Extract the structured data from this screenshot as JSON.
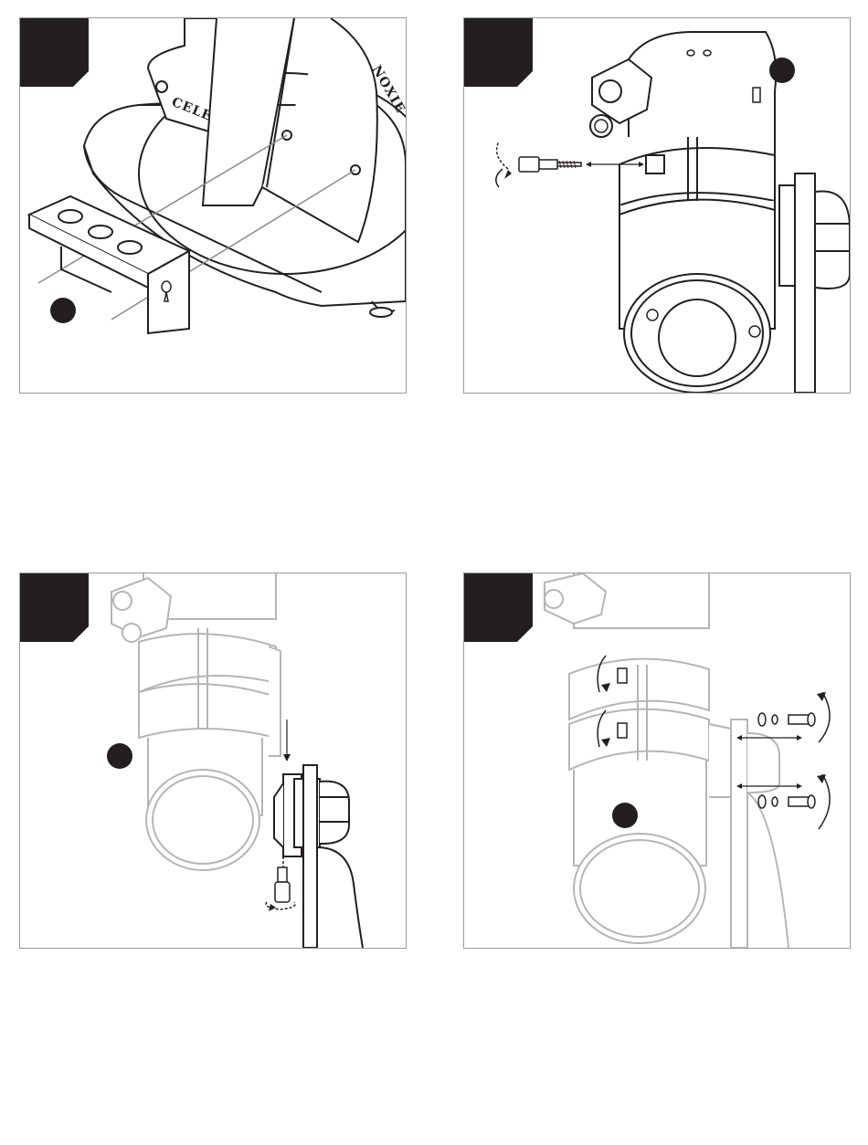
{
  "page": {
    "panels": [
      {
        "id": "step-1",
        "brand_text": "CELEST",
        "brand_text_2": "NOXIE"
      },
      {
        "id": "step-2"
      },
      {
        "id": "step-3"
      },
      {
        "id": "step-4"
      }
    ]
  },
  "colors": {
    "ink": "#231f20",
    "faded_ink": "#b5b5b5",
    "border": "#9a9a9a"
  }
}
